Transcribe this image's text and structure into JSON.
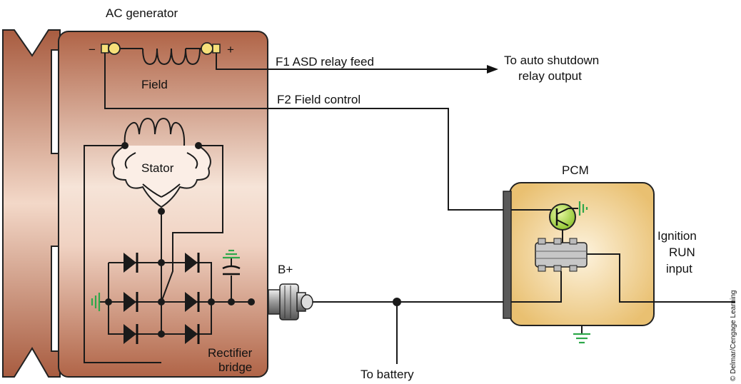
{
  "labels": {
    "ac_generator": "AC generator",
    "field": "Field",
    "stator": "Stator",
    "rectifier_line1": "Rectifier",
    "rectifier_line2": "bridge",
    "b_plus": "B+",
    "f1": "F1 ASD relay feed",
    "f2": "F2 Field control",
    "auto_shutdown_line1": "To auto shutdown",
    "auto_shutdown_line2": "relay output",
    "pcm": "PCM",
    "ignition_line1": "Ignition",
    "ignition_line2": "RUN",
    "ignition_line3": "input",
    "to_battery": "To battery",
    "field_minus": "−",
    "field_plus": "+",
    "credit": "© Delmar/Cengage Learning"
  },
  "colors": {
    "generator_body": "#b36a4c",
    "generator_body_light": "#f3ddd0",
    "pcm_body": "#ecc77a",
    "pcm_body_light": "#fbeed0",
    "ground": "#2ea84a",
    "transistor": "#9acd32"
  }
}
